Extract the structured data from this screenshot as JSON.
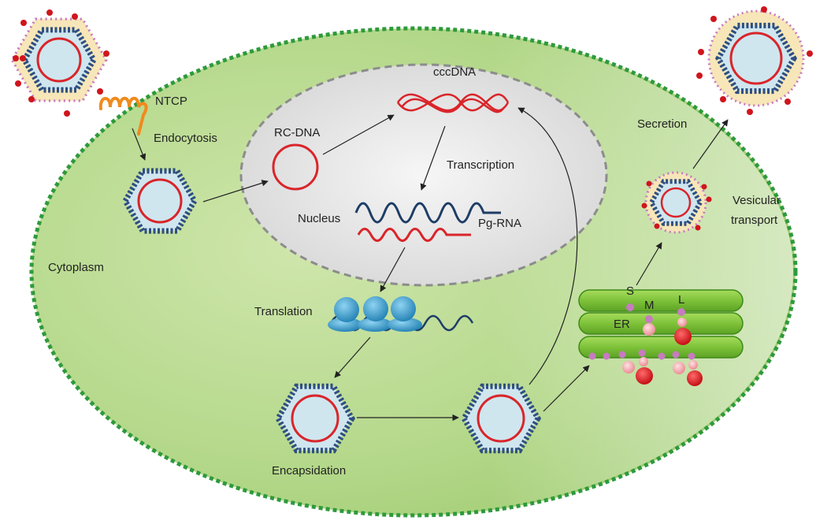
{
  "labels": {
    "ntcp": "NTCP",
    "endocytosis": "Endocytosis",
    "rc_dna": "RC-DNA",
    "cccdna": "cccDNA",
    "transcription": "Transcription",
    "nucleus": "Nucleus",
    "pg_rna": "Pg-RNA",
    "cytoplasm": "Cytoplasm",
    "translation": "Translation",
    "encapsidation": "Encapsidation",
    "secretion": "Secretion",
    "vesicular": "Vesicular",
    "transport": "transport",
    "s": "S",
    "m": "M",
    "l": "L",
    "er": "ER"
  },
  "colors": {
    "cell_fill": "#a9d07a",
    "cell_border": "#2e9a3c",
    "nucleus_fill": "#e6e6e6",
    "nucleus_border": "#8c8c8c",
    "capsid": "#2f4f80",
    "capsid_inner": "#cfe6ef",
    "dna": "#d9252a",
    "rna": "#1e3d66",
    "ntcp": "#f08a1e",
    "er": "#7ec23a",
    "envelope": "#f7e6b8",
    "ribosome": "#3a9fd0",
    "protein_s": "#c77bc0",
    "protein_m": "#f1a2a8",
    "protein_l": "#d0151c"
  }
}
